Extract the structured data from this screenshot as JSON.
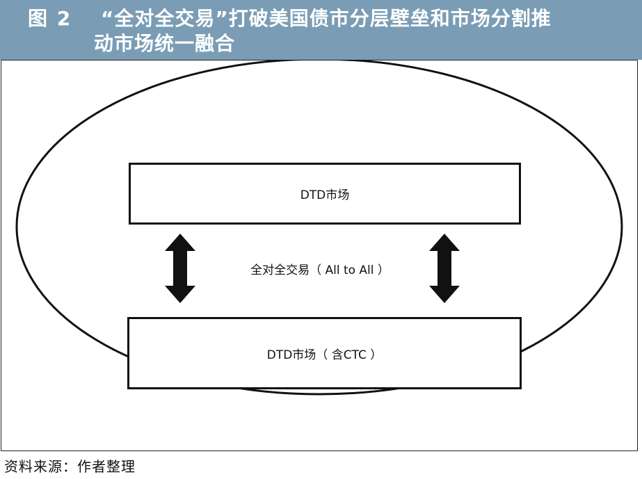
{
  "header": {
    "figure_label": "图 2",
    "title_line1": "“全对全交易”打破美国债市分层壁垒和市场分割推",
    "title_line2": "动市场统一融合",
    "background_color": "#7a9db5"
  },
  "diagram": {
    "top_box_label": "DTD市场",
    "middle_label": "全对全交易（ All to All ）",
    "bottom_box_label": "DTD市场（ 含CTC ）",
    "arrows": [
      "bidirectional-arrow-left",
      "bidirectional-arrow-right"
    ]
  },
  "source": {
    "text": "资料来源：作者整理"
  }
}
